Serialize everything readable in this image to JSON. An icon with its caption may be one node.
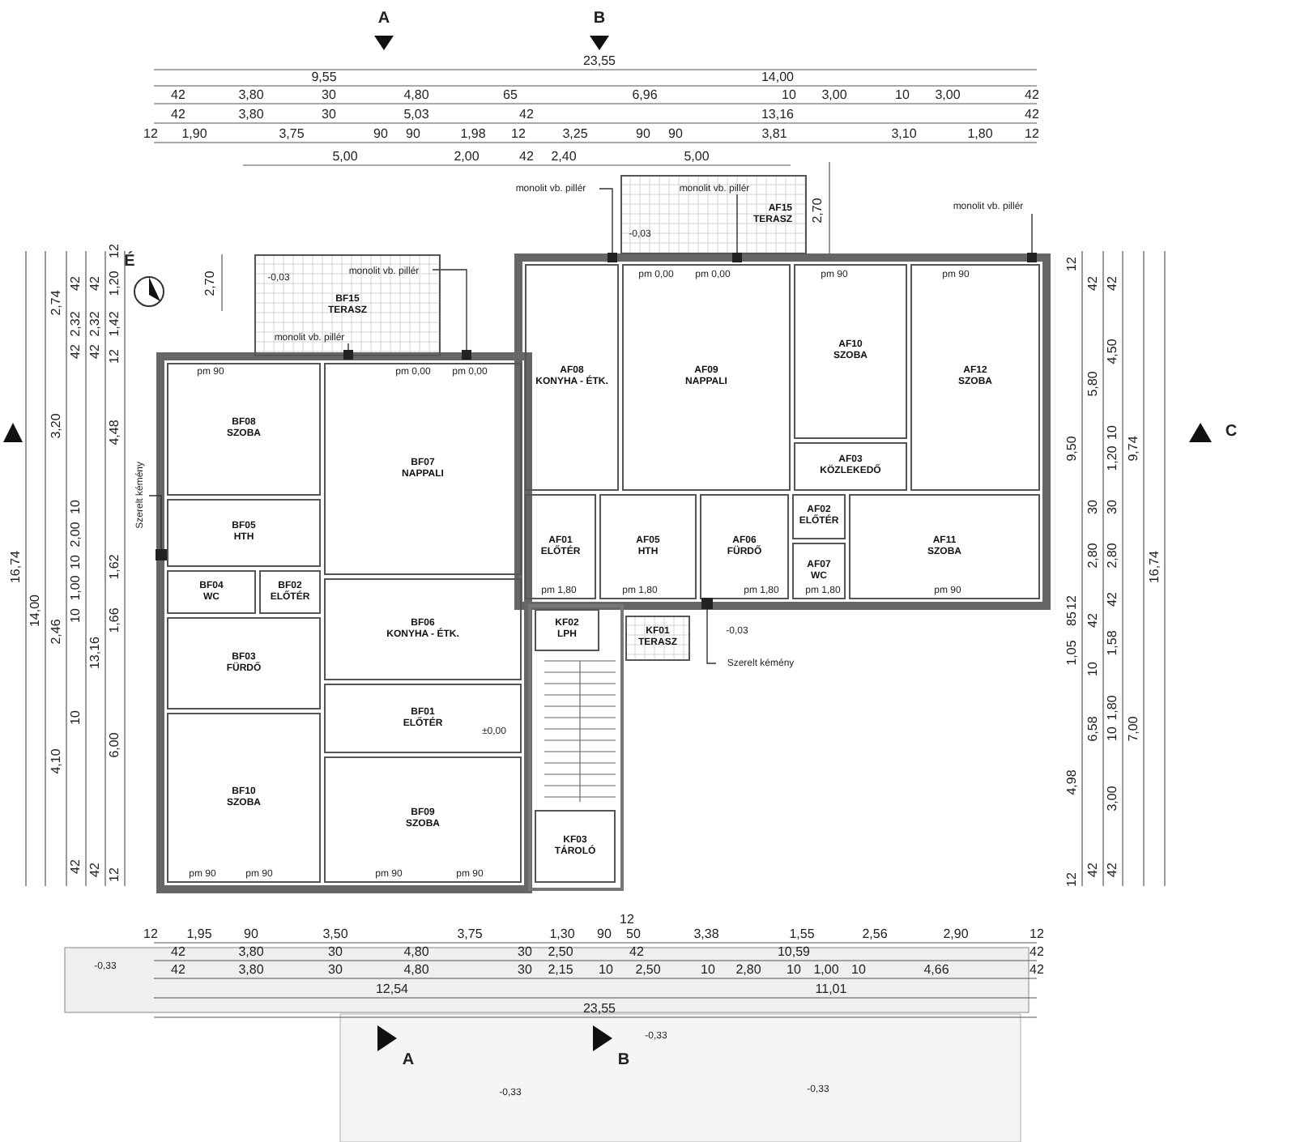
{
  "diagram": {
    "nodes": [
      {
        "text": [
          "BF15",
          "TERASZ"
        ]
      },
      {
        "text": [
          "BF08",
          "SZOBA"
        ]
      },
      {
        "text": [
          "BF07",
          "NAPPALI"
        ]
      },
      {
        "text": [
          "BF05",
          "HTH"
        ]
      },
      {
        "text": [
          "BF04",
          "WC"
        ]
      },
      {
        "text": [
          "BF02",
          "ELŐTÉR"
        ]
      },
      {
        "text": [
          "BF06",
          "KONYHA - ÉTK."
        ]
      },
      {
        "text": [
          "BF03",
          "FÜRDŐ"
        ]
      },
      {
        "text": [
          "BF01",
          "ELŐTÉR"
        ]
      },
      {
        "text": [
          "BF10",
          "SZOBA"
        ]
      },
      {
        "text": [
          "BF09",
          "SZOBA"
        ]
      },
      {
        "text": [
          "AF15",
          "TERASZ"
        ]
      },
      {
        "text": [
          "AF08",
          "KONYHA - ÉTK."
        ]
      },
      {
        "text": [
          "AF09",
          "NAPPALI"
        ]
      },
      {
        "text": [
          "AF10",
          "SZOBA"
        ]
      },
      {
        "text": [
          "AF12",
          "SZOBA"
        ]
      },
      {
        "text": [
          "AF03",
          "KÖZLEKEDŐ"
        ]
      },
      {
        "text": [
          "AF05",
          "HTH"
        ]
      },
      {
        "text": [
          "AF06",
          "FÜRDŐ"
        ]
      },
      {
        "text": [
          "AF02",
          "ELŐTÉR"
        ]
      },
      {
        "text": [
          "AF07",
          "WC"
        ]
      },
      {
        "text": [
          "AF11",
          "SZOBA"
        ]
      },
      {
        "text": [
          "AF01",
          "ELŐTÉR"
        ]
      },
      {
        "text": [
          "KF02",
          "LPH"
        ]
      },
      {
        "text": [
          "KF01",
          "TERASZ"
        ]
      },
      {
        "text": [
          "KF03",
          "TÁROLÓ"
        ]
      },
      {
        "text": [
          "monolit vb. pillér"
        ],
        "in": 0
      },
      {
        "text": [
          "monolit vb. pillér"
        ],
        "in": 0
      },
      {
        "text": [
          "monolit vb. pillér"
        ]
      },
      {
        "text": [
          "monolit vb. pillér"
        ],
        "in": 11
      },
      {
        "text": [
          "monolit vb. pillér"
        ]
      },
      {
        "text": [
          "Szerelt kémény"
        ]
      },
      {
        "text": [
          "Szerelt kémény"
        ]
      },
      {
        "text": [],
        "shape": "box"
      },
      {
        "text": [],
        "shape": "box"
      },
      {
        "text": [],
        "shape": "box"
      },
      {
        "text": [],
        "shape": "box"
      },
      {
        "text": [],
        "shape": "box"
      },
      {
        "text": [],
        "shape": "box"
      },
      {
        "text": [],
        "shape": "box"
      }
    ],
    "edges": [
      {
        "from": 26,
        "to": 35,
        "arrow": "none"
      },
      {
        "from": 27,
        "to": 36,
        "arrow": "none"
      },
      {
        "from": 28,
        "to": 37,
        "arrow": "none"
      },
      {
        "from": 29,
        "to": 38,
        "arrow": "none"
      },
      {
        "from": 30,
        "to": 39,
        "arrow": "none"
      },
      {
        "from": 31,
        "to": 33,
        "arrow": "none"
      },
      {
        "from": 32,
        "to": 34,
        "arrow": "none"
      }
    ],
    "labels": [
      "A",
      "B",
      "23,55",
      "9,55",
      "14,00",
      "42",
      "3,80",
      "30",
      "4,80",
      "65",
      "6,96",
      "10",
      "3,00",
      "10",
      "3,00",
      "42",
      "42",
      "3,80",
      "30",
      "5,03",
      "42",
      "13,16",
      "42",
      "12",
      "1,90",
      "3,75",
      "90",
      "90",
      "1,98",
      "12",
      "3,25",
      "90",
      "90",
      "3,81",
      "3,10",
      "1,80",
      "12",
      "5,00",
      "2,00",
      "42",
      "2,40",
      "5,00",
      "2,70",
      "2,70",
      "-0,03",
      "-0,03",
      "±0,00",
      "-0,03",
      "É",
      "16,74",
      "14,00",
      "2,74",
      "3,20",
      "2,46",
      "4,10",
      "42",
      "2,32",
      "42",
      "10",
      "2,00",
      "10",
      "1,00",
      "10",
      "10",
      "42",
      "42",
      "2,32",
      "42",
      "13,16",
      "42",
      "12",
      "1,20",
      "1,42",
      "12",
      "4,48",
      "1,62",
      "1,66",
      "6,00",
      "12",
      "12",
      "9,50",
      "12",
      "85",
      "1,05",
      "4,98",
      "12",
      "42",
      "5,80",
      "30",
      "2,80",
      "42",
      "10",
      "6,58",
      "42",
      "42",
      "4,50",
      "10",
      "1,20",
      "30",
      "2,80",
      "42",
      "1,58",
      "1,80",
      "10",
      "3,00",
      "42",
      "9,74",
      "7,00",
      "16,74",
      "C",
      "12",
      "12",
      "1,95",
      "90",
      "3,50",
      "3,75",
      "1,30",
      "90",
      "50",
      "3,38",
      "1,55",
      "2,56",
      "2,90",
      "12",
      "42",
      "3,80",
      "30",
      "4,80",
      "30",
      "2,50",
      "42",
      "10,59",
      "42",
      "42",
      "3,80",
      "30",
      "4,80",
      "30",
      "2,15",
      "10",
      "2,50",
      "10",
      "2,80",
      "10",
      "1,00",
      "10",
      "4,66",
      "42",
      "12,54",
      "11,01",
      "23,55",
      "-0,33",
      "-0,33",
      "-0,33",
      "-0,33",
      "A",
      "B",
      "pm 90",
      "pm 0,00",
      "pm 0,00",
      "pm 0,00",
      "pm 0,00",
      "pm 90",
      "pm 90",
      "pm 1,80",
      "pm 1,80",
      "pm 1,80",
      "pm 90",
      "pm 90",
      "pm 90",
      "pm 90",
      "pm 90",
      "pm 1,80"
    ]
  }
}
